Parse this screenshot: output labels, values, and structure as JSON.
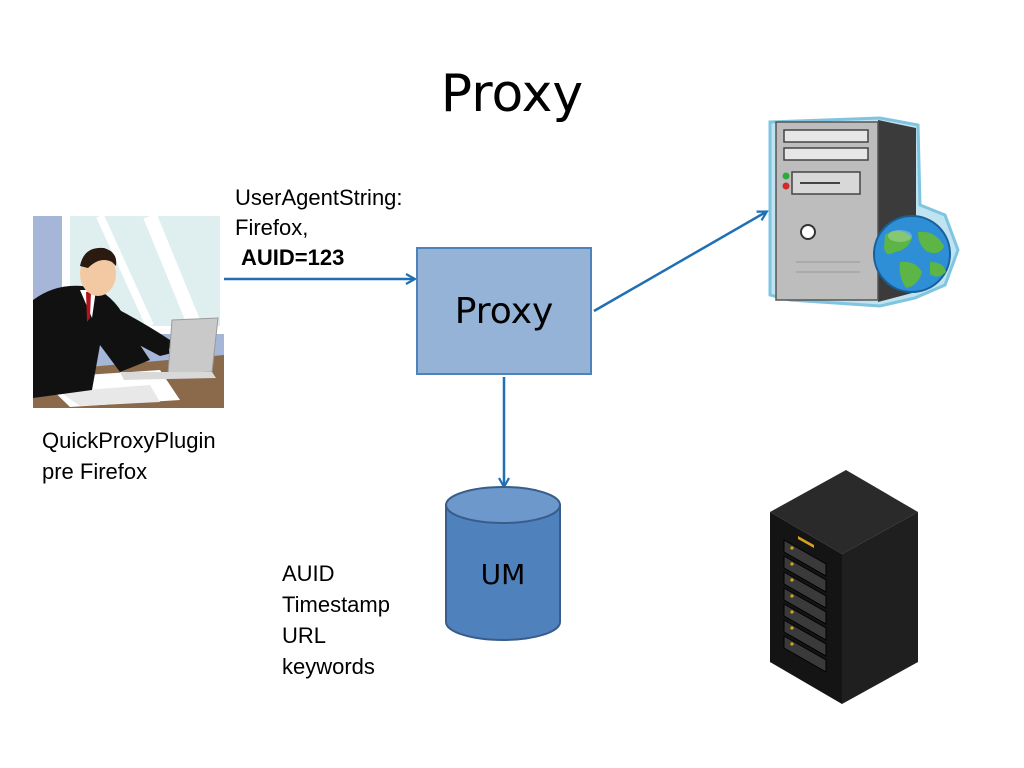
{
  "title": "Proxy",
  "request": {
    "line1": "UserAgentString:",
    "line2": "Firefox,",
    "line3": "AUID=123"
  },
  "client": {
    "label_line1": "QuickProxyPlugin",
    "label_line2": "pre Firefox"
  },
  "proxy_box": {
    "label": "Proxy"
  },
  "database": {
    "label": "UM",
    "fields": [
      "AUID",
      "Timestamp",
      "URL",
      "keywords"
    ]
  },
  "colors": {
    "arrow": "#1f6fb5",
    "proxy_fill": "#95b3d7",
    "proxy_border": "#4f81bd",
    "db_fill": "#4f81bd",
    "db_border": "#385d8a"
  },
  "icons": {
    "client": "businessman-laptop-icon",
    "web_server": "web-server-globe-icon",
    "rack_server": "server-rack-icon"
  }
}
